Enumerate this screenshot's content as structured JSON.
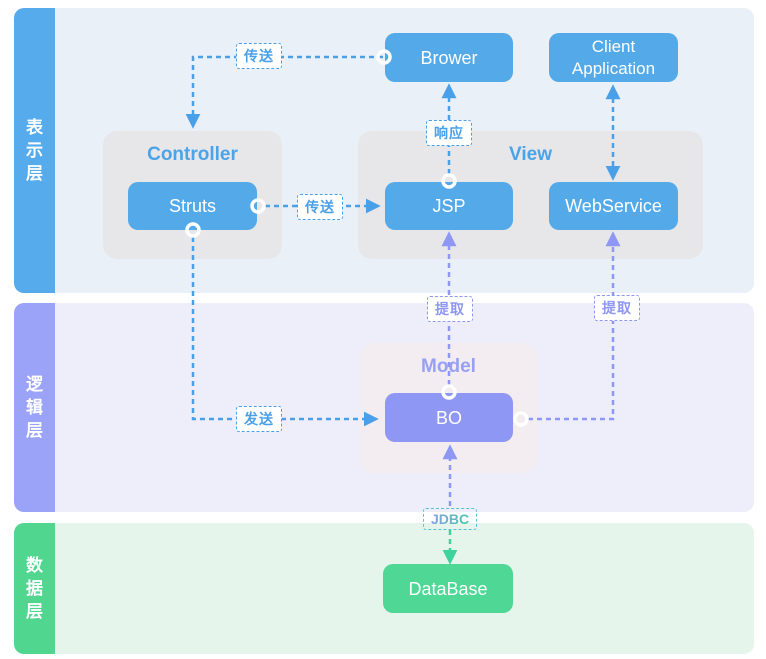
{
  "diagram": {
    "layers": {
      "presentation": {
        "name": "表示层"
      },
      "logic": {
        "name": "逻辑层"
      },
      "data": {
        "name": "数据层"
      }
    },
    "groups": {
      "controller": {
        "title": "Controller"
      },
      "view": {
        "title": "View"
      },
      "model": {
        "title": "Model"
      }
    },
    "nodes": {
      "brower": {
        "label": "Brower"
      },
      "client_application": {
        "label": "Client Application"
      },
      "struts": {
        "label": "Struts"
      },
      "jsp": {
        "label": "JSP"
      },
      "webservice": {
        "label": "WebService"
      },
      "bo": {
        "label": "BO"
      },
      "database": {
        "label": "DataBase"
      }
    },
    "edge_labels": {
      "transmit_top": "传送",
      "transmit_mid": "传送",
      "response": "响应",
      "send": "发送",
      "extract_left": "提取",
      "extract_right": "提取",
      "jdbc": "JDBC"
    },
    "colors": {
      "blue_accent": "#54a9e9",
      "purple_accent": "#8e97f3",
      "green_accent": "#4ed795",
      "line_blue": "#4aa0e8",
      "line_purple": "#8e97f3",
      "line_green": "#3ed29d",
      "panel_presentation_bg": "#e9f0f8",
      "panel_logic_bg": "#edeefa",
      "panel_data_bg": "#e5f5ec",
      "group_gray_bg": "#e7e7ea",
      "group_model_bg": "#f3ecf0"
    }
  }
}
